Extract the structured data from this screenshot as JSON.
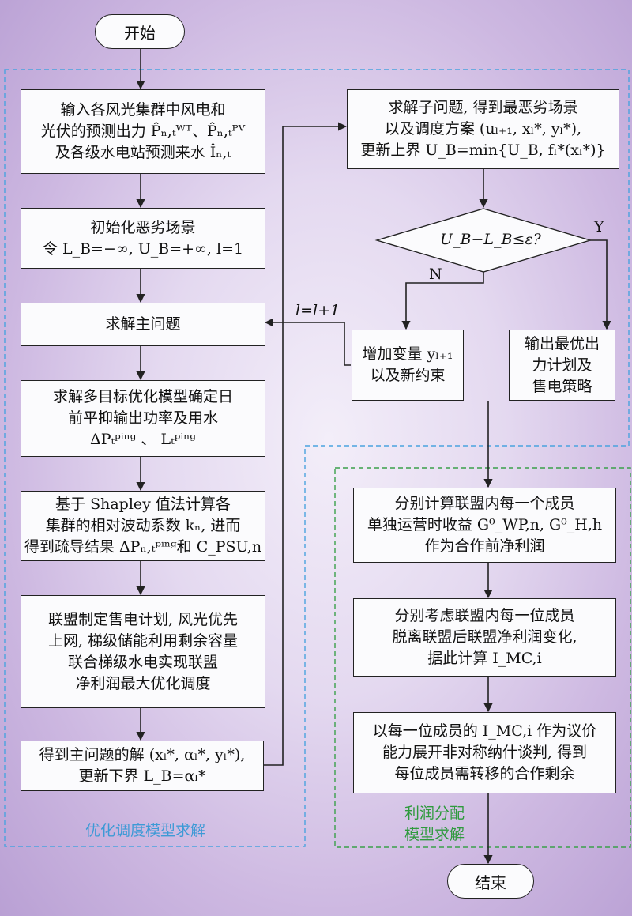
{
  "nodes": {
    "start": "开始",
    "input": [
      "输入各风光集群中风电和",
      "光伏的预测出力 P̂ₙ,ₜᵂᵀ、P̂ₙ,ₜᴾⱽ",
      "及各级水电站预测来水 Îₙ,ₜ"
    ],
    "init": [
      "初始化恶劣场景",
      "令 L_B=−∞, U_B=+∞, l=1"
    ],
    "master": [
      "求解主问题"
    ],
    "multi": [
      "求解多目标优化模型确定日",
      "前平抑输出功率及用水",
      "ΔPₜᵖⁱⁿᵍ 、 Lₜᵖⁱⁿᵍ"
    ],
    "shapley": [
      "基于 Shapley 值法计算各",
      "集群的相对波动系数 kₙ, 进而",
      "得到疏导结果 ΔPₙ,ₜᵖⁱⁿᵍ和 C_PSU,n"
    ],
    "alliance": [
      "联盟制定售电计划, 风光优先",
      "上网, 梯级储能利用剩余容量",
      "联合梯级水电实现联盟",
      "净利润最大优化调度"
    ],
    "master_sol": [
      "得到主问题的解 (xₗ*, αₗ*, yₗ*),",
      "更新下界 L_B=αₗ*"
    ],
    "sub": [
      "求解子问题, 得到最恶劣场景",
      "以及调度方案 (uₗ₊₁, xₗ*, yₗ*),",
      "更新上界 U_B=min{U_B, fₗ*(xₗ*)}"
    ],
    "decision": "U_B−L_B≤ε?",
    "add_var": [
      "增加变量 yₗ₊₁",
      "以及新约束"
    ],
    "output": [
      "输出最优出",
      "力计划及",
      "售电策略"
    ],
    "calc_each": [
      "分别计算联盟内每一个成员",
      "单独运营时收益 G⁰_WP,n, G⁰_H,h",
      "作为合作前净利润"
    ],
    "consider": [
      "分别考虑联盟内每一位成员",
      "脱离联盟后联盟净利润变化,",
      "据此计算 I_MC,i"
    ],
    "negotiate": [
      "以每一位成员的 I_MC,i 作为议价",
      "能力展开非对称纳什谈判, 得到",
      "每位成员需转移的合作剩余"
    ],
    "end": "结束"
  },
  "labels": {
    "yes": "Y",
    "no": "N",
    "loop": "l=l+1",
    "region_opt": "优化调度模型求解",
    "region_profit": [
      "利润分配",
      "模型求解"
    ]
  },
  "colors": {
    "region_opt_border": "#4aa3df",
    "region_profit_border": "#3aa04a",
    "arrow": "#222222"
  }
}
